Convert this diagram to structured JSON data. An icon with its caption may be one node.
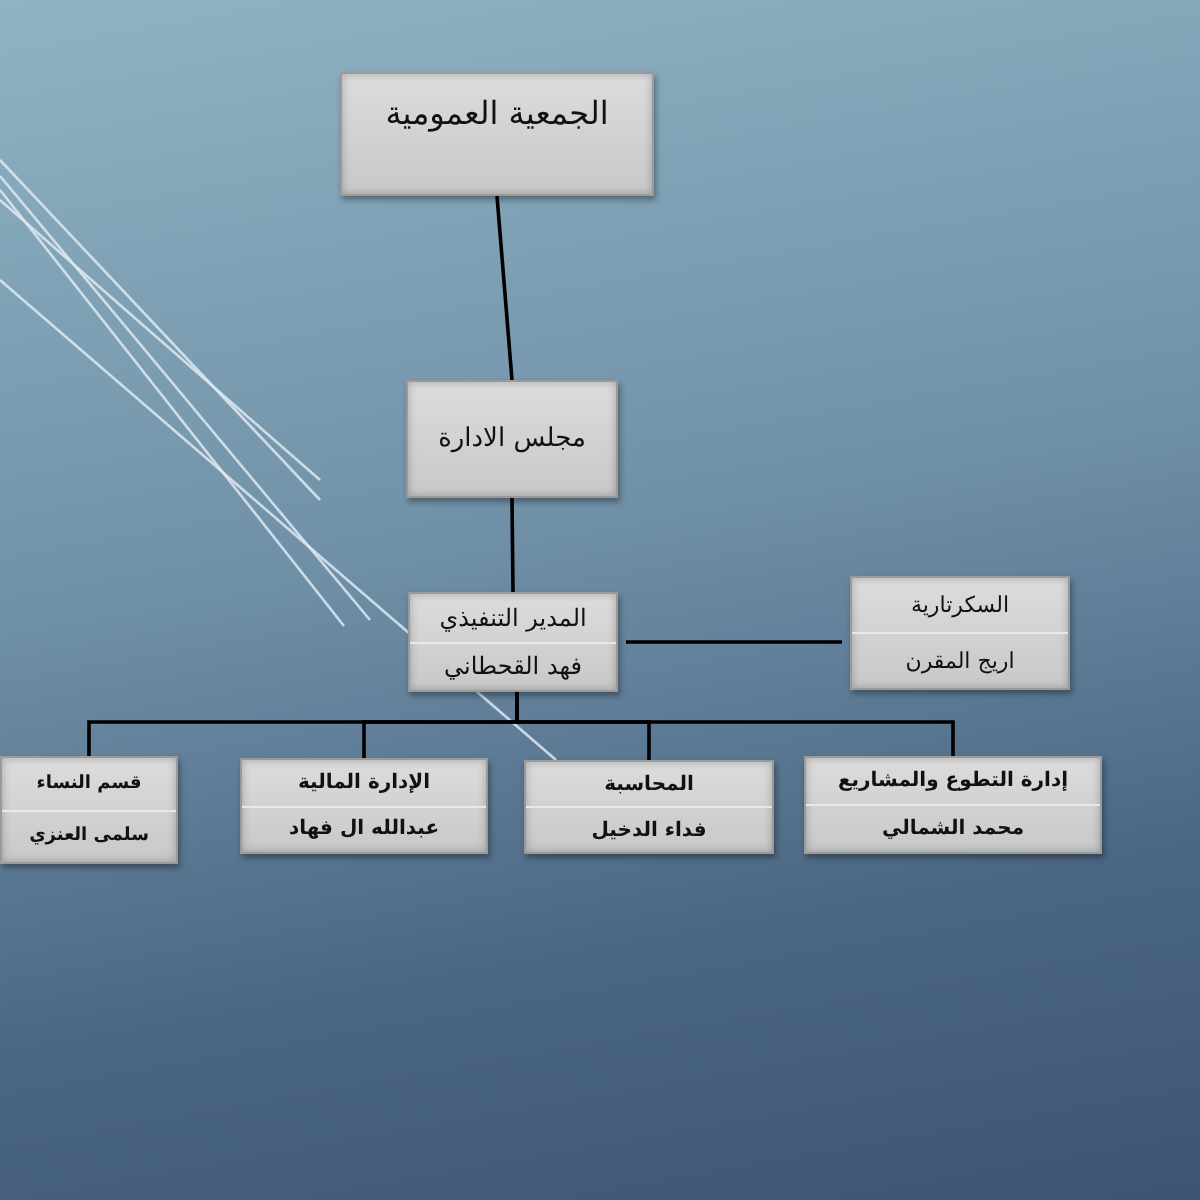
{
  "diagram": {
    "nodes": [
      {
        "text": [
          "الجمعية العمومية"
        ]
      },
      {
        "text": [
          "مجلس الادارة"
        ]
      },
      {
        "text": [
          "المدير التنفيذي",
          "فهد القحطاني"
        ]
      },
      {
        "text": [
          "السكرتارية",
          "اريج المقرن"
        ]
      },
      {
        "text": [
          "قسم النساء",
          "سلمى العنزي"
        ]
      },
      {
        "text": [
          "الإدارة المالية",
          "عبدالله ال فهاد"
        ]
      },
      {
        "text": [
          "المحاسبة",
          "فداء الدخيل"
        ]
      },
      {
        "text": [
          "إدارة التطوع والمشاريع",
          "محمد الشمالي"
        ]
      }
    ],
    "edges": [
      {
        "from": 0,
        "to": 1,
        "arrow": "none"
      },
      {
        "from": 1,
        "to": 2,
        "arrow": "none"
      },
      {
        "from": 2,
        "to": 3,
        "arrow": "none"
      },
      {
        "from": 2,
        "to": 4,
        "arrow": "none"
      },
      {
        "from": 2,
        "to": 5,
        "arrow": "none"
      },
      {
        "from": 2,
        "to": 6,
        "arrow": "none"
      },
      {
        "from": 2,
        "to": 7,
        "arrow": "none"
      }
    ]
  }
}
